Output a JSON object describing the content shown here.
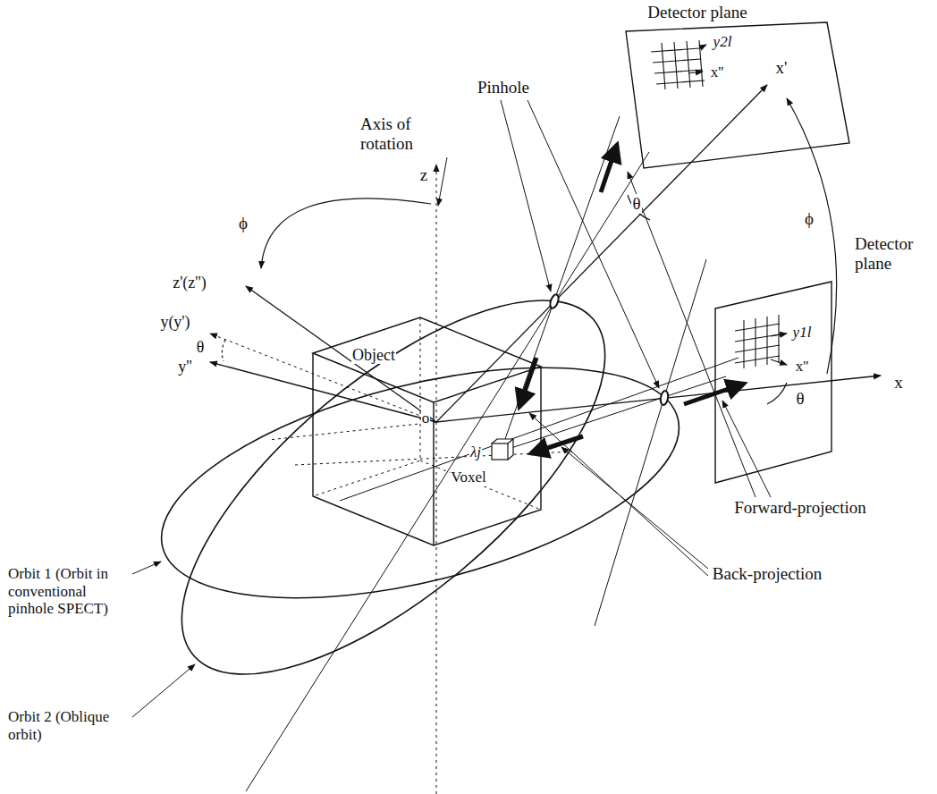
{
  "diagram": {
    "labels": [
      "Detector plane",
      "y2l",
      "x'",
      "x''",
      "Pinhole",
      "Axis of rotation",
      "θ",
      "ϕ",
      "Detector plane",
      "z",
      "ϕ",
      "z'(z'')",
      "y(y')",
      "θ",
      "y''",
      "Object",
      "y1l",
      "x''",
      "θ",
      "x",
      "Forward-projection",
      "o",
      "λj",
      "Back-projection",
      "Voxel",
      "Orbit 1 (Orbit in conventional pinhole SPECT)",
      "Orbit 2 (Oblique orbit)"
    ]
  }
}
